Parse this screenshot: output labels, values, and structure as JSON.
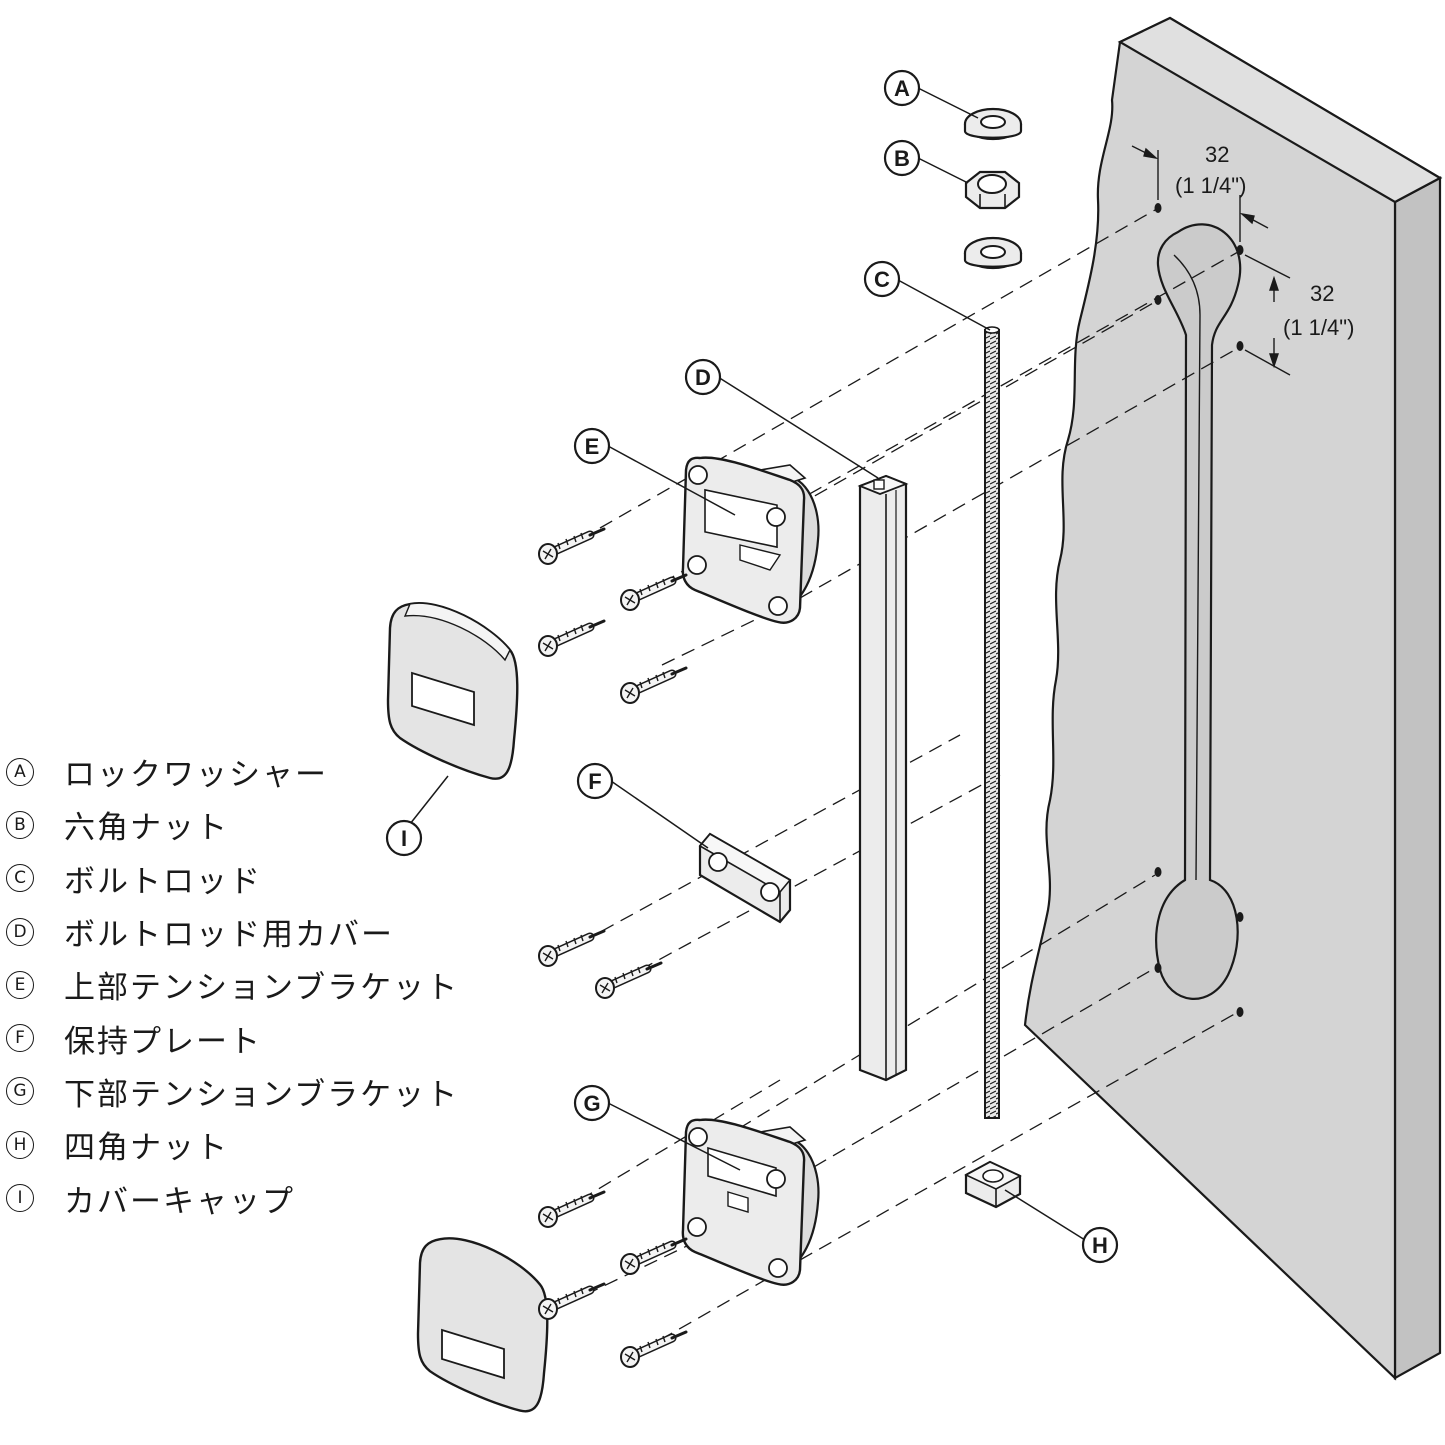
{
  "callouts": {
    "a": "A",
    "b": "B",
    "c": "C",
    "d": "D",
    "e": "E",
    "f": "F",
    "g": "G",
    "h": "H",
    "i": "I"
  },
  "dimensions": {
    "horizontal_mm": "32",
    "horizontal_in": "(1 1/4\")",
    "vertical_mm": "32",
    "vertical_in": "(1 1/4\")"
  },
  "legend": [
    {
      "letter": "A",
      "label": "ロックワッシャー"
    },
    {
      "letter": "B",
      "label": "六角ナット"
    },
    {
      "letter": "C",
      "label": "ボルトロッド"
    },
    {
      "letter": "D",
      "label": "ボルトロッド用カバー"
    },
    {
      "letter": "E",
      "label": "上部テンションブラケット"
    },
    {
      "letter": "F",
      "label": "保持プレート"
    },
    {
      "letter": "G",
      "label": "下部テンションブラケット"
    },
    {
      "letter": "H",
      "label": "四角ナット"
    },
    {
      "letter": "I",
      "label": "カバーキャップ"
    }
  ],
  "colors": {
    "door_face": "#d4d4d4",
    "door_side": "#c2c2c2",
    "part_fill": "#ececec",
    "line": "#1a1a1a"
  }
}
